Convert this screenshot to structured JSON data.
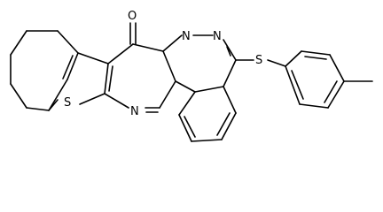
{
  "molecule": {
    "atoms": {
      "carbonyl_oxygen": "O",
      "ring_nitrogen_n1": "N",
      "ring_nitrogen_n2": "N",
      "ring_nitrogen_n3": "N",
      "thioether_sulfur": "S",
      "thiophene_sulfur": "S"
    }
  },
  "colors": {
    "bond": "#000000",
    "label": "#000000",
    "background": "#ffffff"
  }
}
